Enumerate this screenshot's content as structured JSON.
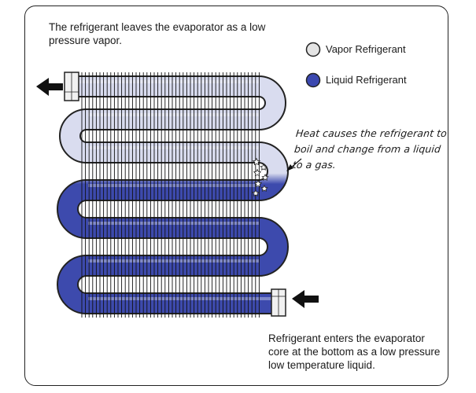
{
  "captions": {
    "top": "The refrigerant leaves the evaporator as a low pressure vapor.",
    "bottom": "Refrigerant enters the evaporator core at the bottom as a low pressure low temperature liquid.",
    "heat": "Heat causes the refrigerant to boil and change from a liquid to a gas."
  },
  "legend": {
    "vapor": {
      "label": "Vapor Refrigerant",
      "color": "#e4e4e4"
    },
    "liquid": {
      "label": "Liquid Refrigerant",
      "color": "#3b48b0"
    }
  },
  "colors": {
    "tube_vapor": "#d9dcef",
    "tube_liquid": "#3d4aad",
    "fin": "#111111",
    "arrow": "#111111",
    "outline": "#222222"
  },
  "icons": {
    "boil_bubbles": "star-bubble-icon",
    "flow_arrows": "arrow-left-icon"
  }
}
